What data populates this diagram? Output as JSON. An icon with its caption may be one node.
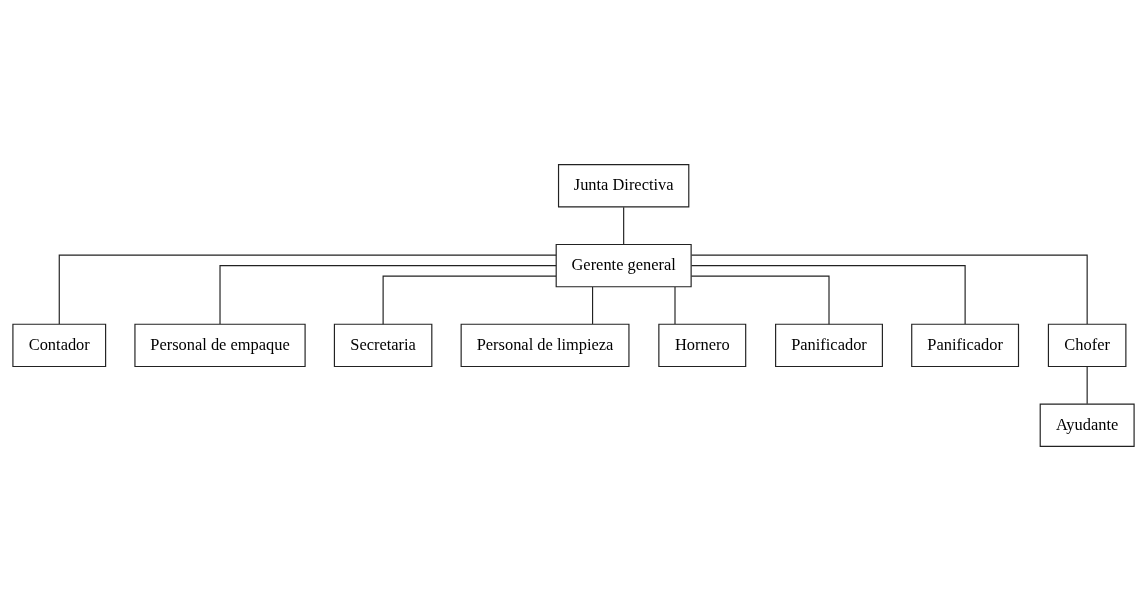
{
  "diagram": {
    "nodes": [
      {
        "text": [
          "Junta Directiva"
        ]
      },
      {
        "text": [
          "Gerente general"
        ]
      },
      {
        "text": [
          "Contador"
        ]
      },
      {
        "text": [
          "Personal de empaque"
        ]
      },
      {
        "text": [
          "Secretaria"
        ]
      },
      {
        "text": [
          "Personal de limpieza"
        ]
      },
      {
        "text": [
          "Hornero"
        ]
      },
      {
        "text": [
          "Panificador"
        ]
      },
      {
        "text": [
          "Panificador"
        ]
      },
      {
        "text": [
          "Chofer"
        ]
      },
      {
        "text": [
          "Ayudante"
        ]
      }
    ],
    "edges": [
      {
        "from": 0,
        "to": 1,
        "arrow": "none"
      },
      {
        "from": 1,
        "to": 2,
        "arrow": "none"
      },
      {
        "from": 1,
        "to": 3,
        "arrow": "none"
      },
      {
        "from": 1,
        "to": 4,
        "arrow": "none"
      },
      {
        "from": 1,
        "to": 5,
        "arrow": "none"
      },
      {
        "from": 1,
        "to": 6,
        "arrow": "none"
      },
      {
        "from": 1,
        "to": 7,
        "arrow": "none"
      },
      {
        "from": 1,
        "to": 8,
        "arrow": "none"
      },
      {
        "from": 1,
        "to": 9,
        "arrow": "none"
      },
      {
        "from": 9,
        "to": 10,
        "arrow": "none"
      }
    ]
  }
}
